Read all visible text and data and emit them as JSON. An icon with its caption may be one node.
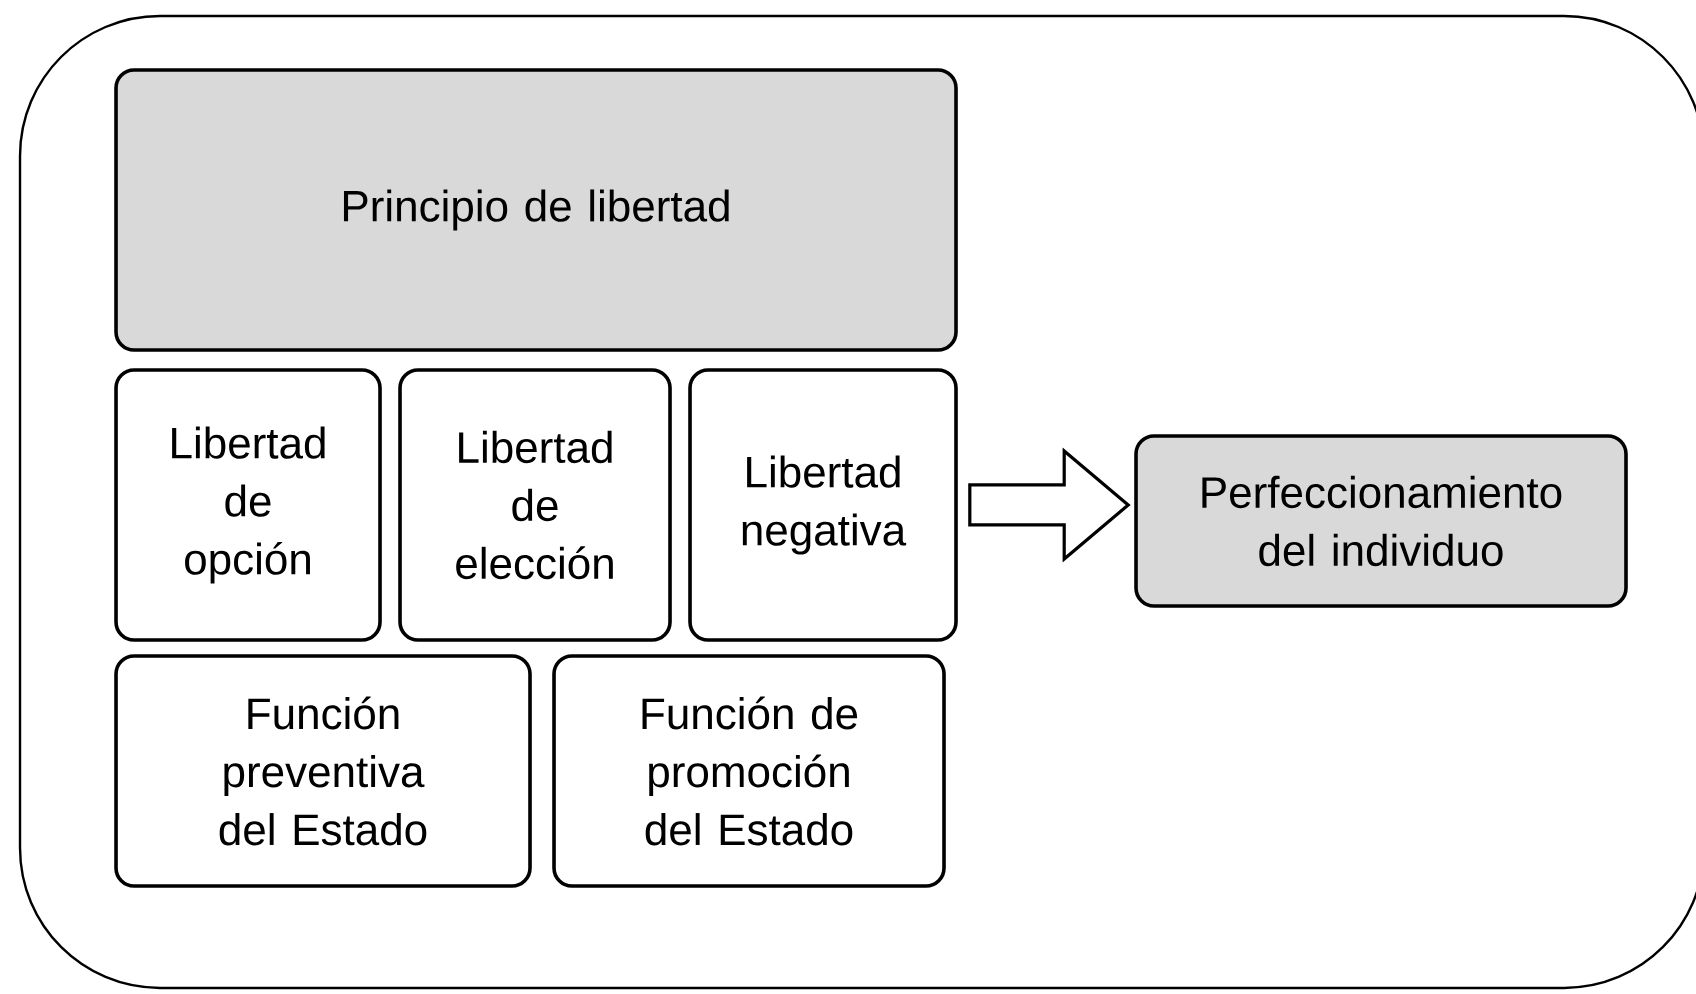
{
  "diagram": {
    "nodes": [
      {
        "text": [],
        "shape": "box"
      },
      {
        "text": [
          "Principio de libertad"
        ],
        "in": 0
      },
      {
        "text": [
          "Libertad de opción"
        ],
        "in": 0
      },
      {
        "text": [
          "Libertad de elección"
        ],
        "in": 0
      },
      {
        "text": [
          "Libertad negativa"
        ],
        "in": 0
      },
      {
        "text": [
          "Función preventiva del Estado"
        ],
        "in": 0
      },
      {
        "text": [
          "Función de promoción del Estado"
        ],
        "in": 0
      },
      {
        "text": [
          "Perfeccionamiento del individuo"
        ],
        "in": 0
      }
    ],
    "edges": [
      {
        "from": 4,
        "to": 7,
        "arrow": "to"
      }
    ]
  }
}
